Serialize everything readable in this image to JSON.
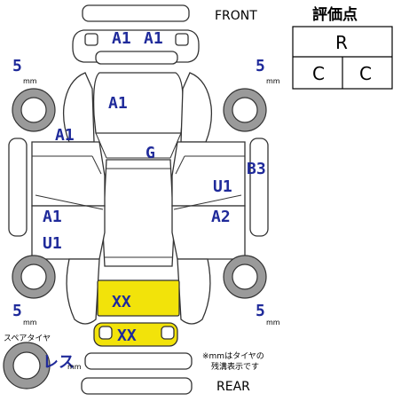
{
  "labels": {
    "front": "FRONT",
    "rear": "REAR"
  },
  "grade_table": {
    "title": "評価点",
    "overall": "R",
    "interior": "C",
    "exterior": "C"
  },
  "tires": {
    "front_left": {
      "depth": "5",
      "unit": "mm"
    },
    "front_right": {
      "depth": "5",
      "unit": "mm"
    },
    "rear_left": {
      "depth": "5",
      "unit": "mm"
    },
    "rear_right": {
      "depth": "5",
      "unit": "mm"
    },
    "spare": {
      "title": "スペアタイヤ",
      "status": "レス",
      "unit": "mm"
    }
  },
  "note": {
    "line1": "※mmはタイヤの",
    "line2": "残溝表示です"
  },
  "damage_codes": {
    "front_bumper_left": "A1",
    "front_bumper_right": "A1",
    "hood": "A1",
    "front_left_fender": "A1",
    "roof": "G",
    "right_quarter_panel": "B3",
    "right_front_door": "U1",
    "right_rear_door": "A2",
    "left_rear_door_upper": "A1",
    "left_rear_door_lower": "U1",
    "trunk": "XX",
    "rear_bumper": "XX"
  },
  "colors": {
    "code_text": "#1f2a9a",
    "highlight": "#f2e30a",
    "tire_gray": "#9a9a9a"
  }
}
